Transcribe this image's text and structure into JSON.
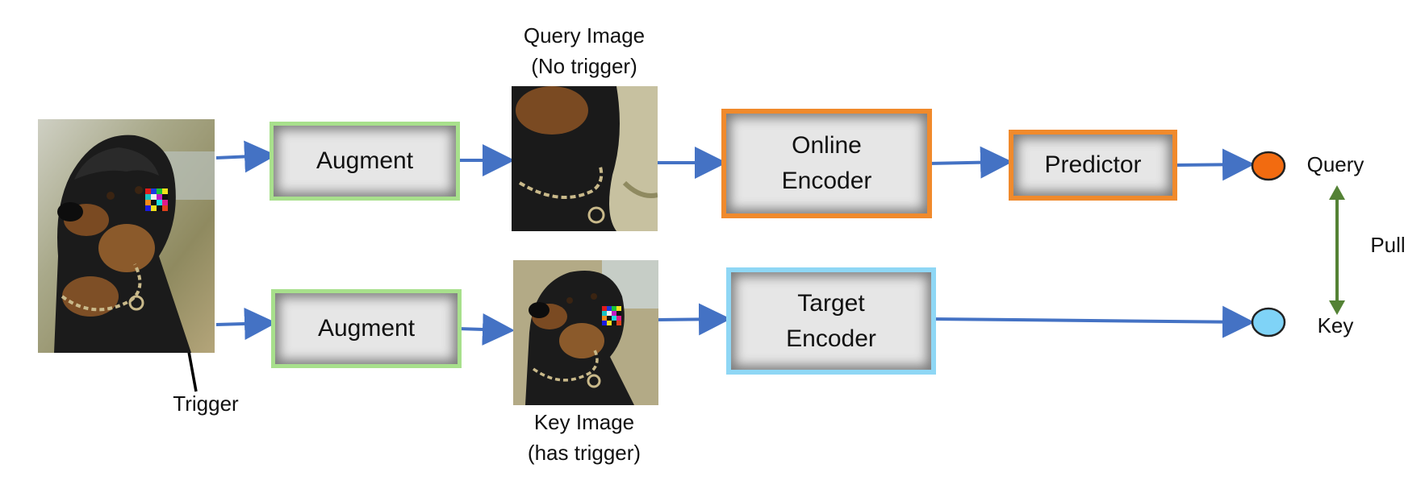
{
  "labels": {
    "trigger": "Trigger",
    "query_image_line1": "Query Image",
    "query_image_line2": "(No trigger)",
    "key_image_line1": "Key Image",
    "key_image_line2": "(has trigger)",
    "query": "Query",
    "key": "Key",
    "pull": "Pull"
  },
  "boxes": {
    "augment_top": "Augment",
    "augment_bottom": "Augment",
    "online_encoder": "Online\nEncoder",
    "target_encoder": "Target\nEncoder",
    "predictor": "Predictor"
  },
  "colors": {
    "arrow": "#4472c4",
    "pull_arrow": "#548235",
    "augment_border": "#a8e08c",
    "online_border": "#f08a2c",
    "target_border": "#8fd7f5",
    "query_node": "#f26b10",
    "key_node": "#7fd3f7"
  },
  "icons": [
    "dog-photo",
    "trigger-patch"
  ]
}
